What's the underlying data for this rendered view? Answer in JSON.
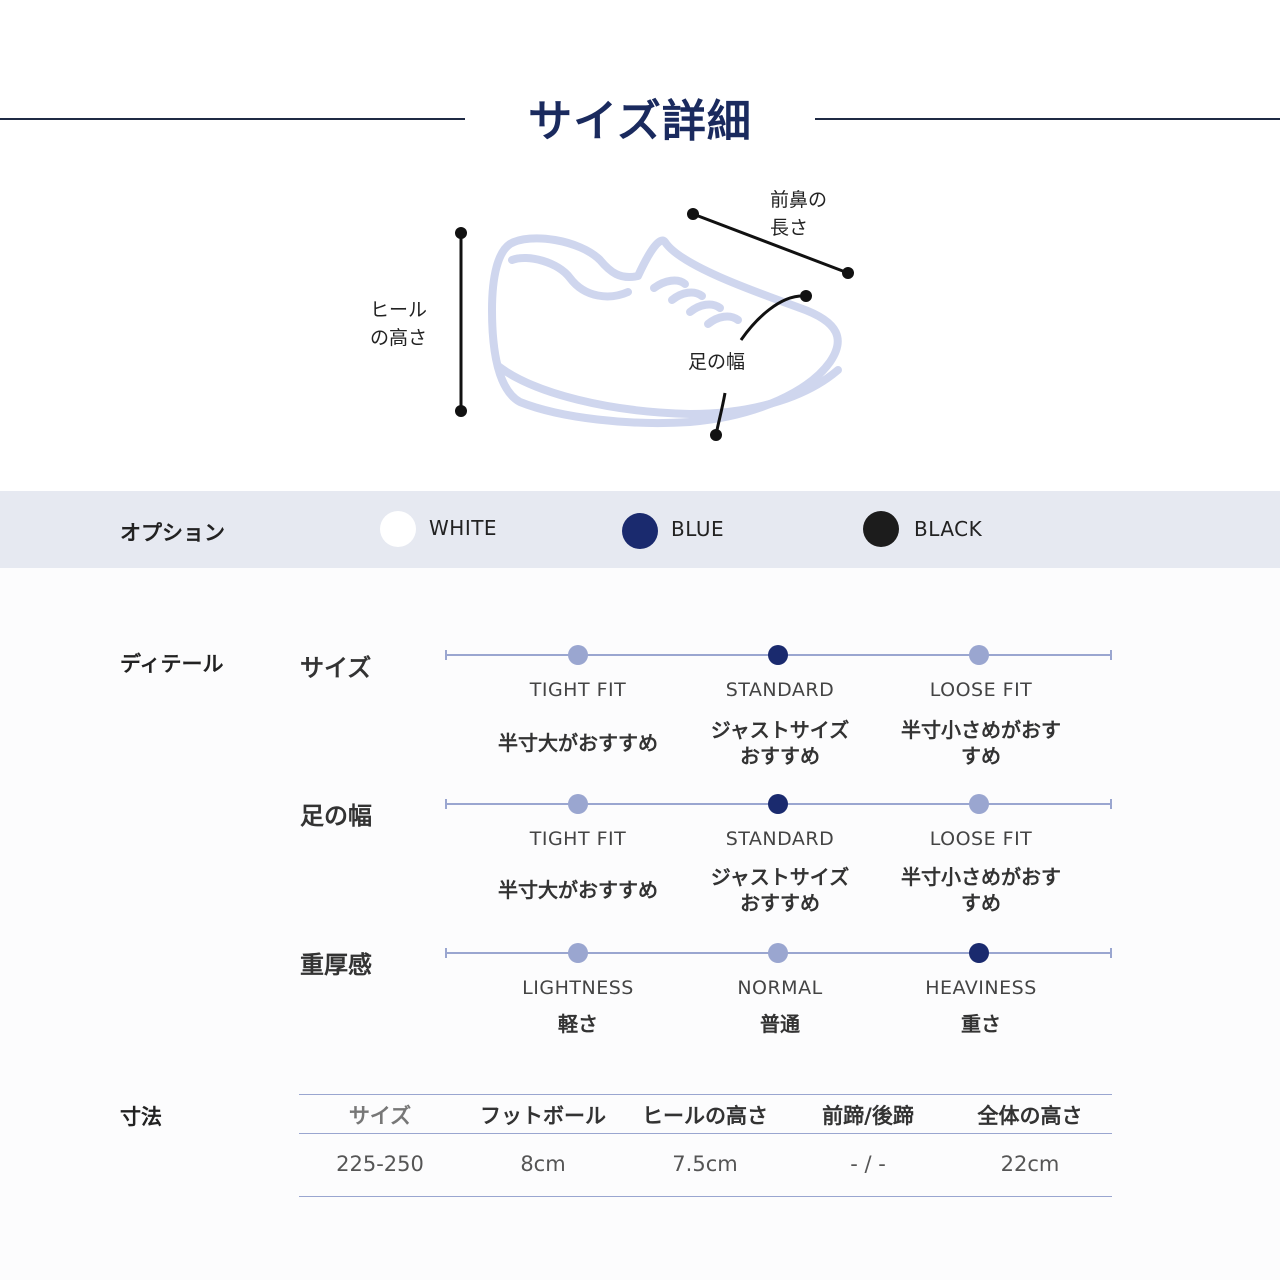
{
  "header": {
    "title": "サイズ詳細"
  },
  "diagram": {
    "labels": {
      "toe_length": "前鼻の\n長さ",
      "heel_height": "ヒール\nの高さ",
      "foot_width": "足の幅"
    }
  },
  "options": {
    "label": "オプション",
    "colors": [
      {
        "name": "WHITE",
        "swatch": "#ffffff"
      },
      {
        "name": "BLUE",
        "swatch": "#1a2a6e"
      },
      {
        "name": "BLACK",
        "swatch": "#1c1c1c"
      }
    ]
  },
  "detail": {
    "label": "ディテール",
    "rows": [
      {
        "name": "サイズ",
        "selected_index": 1,
        "options": [
          {
            "en": "TIGHT FIT",
            "jp": "半寸大がおすすめ"
          },
          {
            "en": "STANDARD",
            "jp": "ジャストサイズ\nおすすめ"
          },
          {
            "en": "LOOSE FIT",
            "jp": "半寸小さめがおす\nすめ"
          }
        ]
      },
      {
        "name": "足の幅",
        "selected_index": 1,
        "options": [
          {
            "en": "TIGHT FIT",
            "jp": "半寸大がおすすめ"
          },
          {
            "en": "STANDARD",
            "jp": "ジャストサイズ\nおすすめ"
          },
          {
            "en": "LOOSE FIT",
            "jp": "半寸小さめがおす\nすめ"
          }
        ]
      },
      {
        "name": "重厚感",
        "selected_index": 2,
        "options": [
          {
            "en": "LIGHTNESS",
            "jp": "軽さ"
          },
          {
            "en": "NORMAL",
            "jp": "普通"
          },
          {
            "en": "HEAVINESS",
            "jp": "重さ"
          }
        ]
      }
    ]
  },
  "dimensions": {
    "label": "寸法",
    "headers": [
      "サイズ",
      "フットボール",
      "ヒールの高さ",
      "前蹄/後蹄",
      "全体の高さ"
    ],
    "values": [
      "225-250",
      "8cm",
      "7.5cm",
      "- / -",
      "22cm"
    ]
  },
  "colors": {
    "accent_navy": "#1a2a6e",
    "track": "#9aa6d0",
    "band": "#e6e9f1",
    "shoe_outline": "#cfd6ee"
  }
}
